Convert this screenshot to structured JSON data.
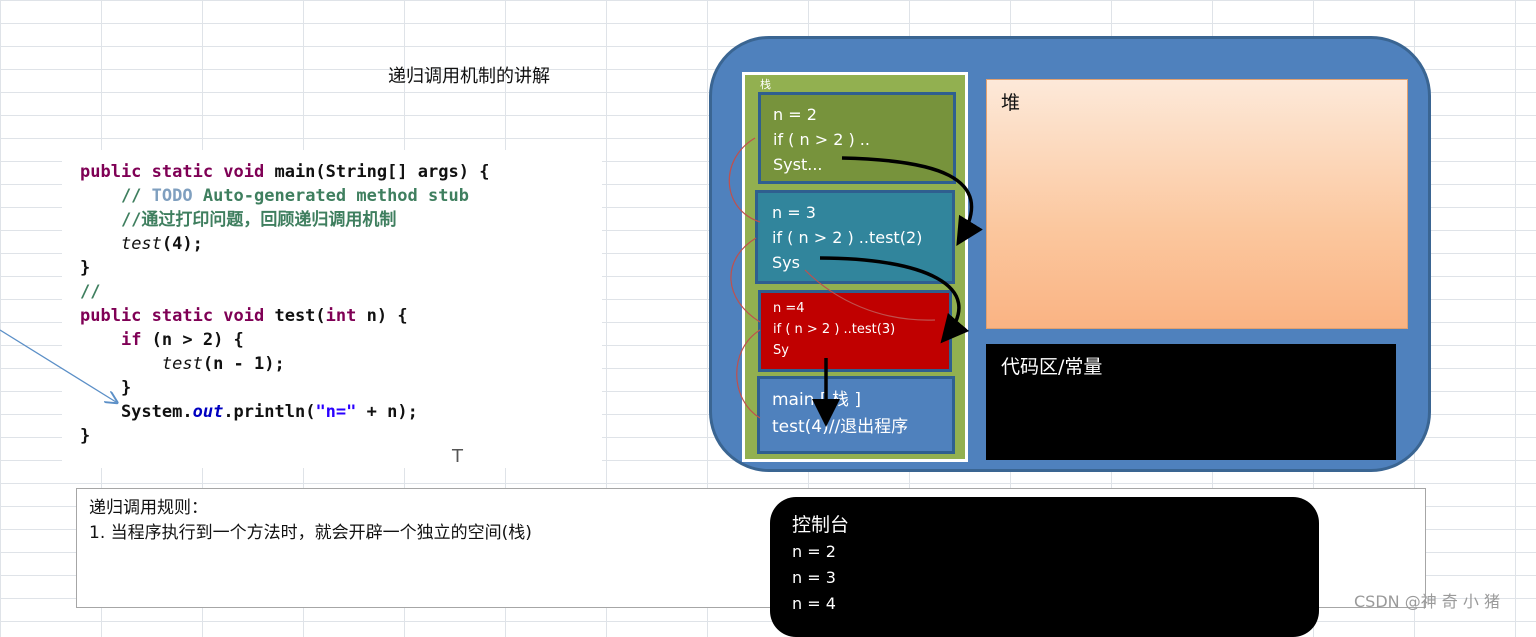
{
  "title": "递归调用机制的讲解",
  "code": {
    "lines": [
      [
        {
          "t": "public static void ",
          "c": "kw"
        },
        {
          "t": "main(String[] ",
          "c": ""
        },
        {
          "t": "args",
          "c": ""
        },
        {
          "t": ") {",
          "c": ""
        }
      ],
      [
        {
          "t": "    // ",
          "c": "cm"
        },
        {
          "t": "TODO",
          "c": "todo"
        },
        {
          "t": " Auto-generated method stub",
          "c": "cm"
        }
      ],
      [
        {
          "t": "    //通过打印问题，回顾递归调用机制",
          "c": "cm"
        }
      ],
      [
        {
          "t": "    ",
          "c": ""
        },
        {
          "t": "test",
          "c": "it"
        },
        {
          "t": "(4);",
          "c": ""
        }
      ],
      [
        {
          "t": "}",
          "c": ""
        }
      ],
      [
        {
          "t": "//",
          "c": "cm"
        }
      ],
      [
        {
          "t": "public static void ",
          "c": "kw"
        },
        {
          "t": "test(",
          "c": ""
        },
        {
          "t": "int ",
          "c": "kw"
        },
        {
          "t": "n) {",
          "c": ""
        }
      ],
      [
        {
          "t": "    ",
          "c": ""
        },
        {
          "t": "if ",
          "c": "kw"
        },
        {
          "t": "(n > 2) {",
          "c": ""
        }
      ],
      [
        {
          "t": "        ",
          "c": ""
        },
        {
          "t": "test",
          "c": "it"
        },
        {
          "t": "(n - 1);",
          "c": ""
        }
      ],
      [
        {
          "t": "    }",
          "c": ""
        }
      ],
      [
        {
          "t": "    System.",
          "c": ""
        },
        {
          "t": "out",
          "c": "fld"
        },
        {
          "t": ".println(",
          "c": ""
        },
        {
          "t": "\"n=\"",
          "c": "str"
        },
        {
          "t": " + n);",
          "c": ""
        }
      ],
      [
        {
          "t": "}",
          "c": ""
        }
      ]
    ]
  },
  "cursor_glyph": "T",
  "stack": {
    "label": "栈",
    "frames": [
      {
        "id": "n2",
        "lines": [
          "n = 2",
          "if ( n > 2 ) ..",
          "Syst..."
        ]
      },
      {
        "id": "n3",
        "lines": [
          "n  = 3",
          "if ( n > 2 ) ..test(2)",
          "Sys"
        ]
      },
      {
        "id": "n4",
        "lines": [
          "n =4",
          "if ( n > 2 ) ..test(3)",
          "Sy"
        ]
      },
      {
        "id": "main",
        "lines": [
          "main [ 栈 ]",
          "test(4)//退出程序"
        ]
      }
    ]
  },
  "heap_label": "堆",
  "code_area_label": "代码区/常量",
  "rules": {
    "title": "递归调用规则：",
    "items": [
      "1. 当程序执行到一个方法时，就会开辟一个独立的空间(栈)"
    ]
  },
  "console": {
    "title": "控制台",
    "lines": [
      "n = 2",
      "n = 3",
      "n = 4"
    ]
  },
  "watermark": "CSDN @神 奇 小 猪",
  "colors": {
    "memory_bg": "#4f81bd",
    "stack_bg": "#92b050",
    "frame_n2": "#77933c",
    "frame_n3": "#31859c",
    "frame_n4": "#c00000",
    "frame_main": "#4f81bd",
    "console_bg": "#000000",
    "code_area_bg": "#000000"
  }
}
